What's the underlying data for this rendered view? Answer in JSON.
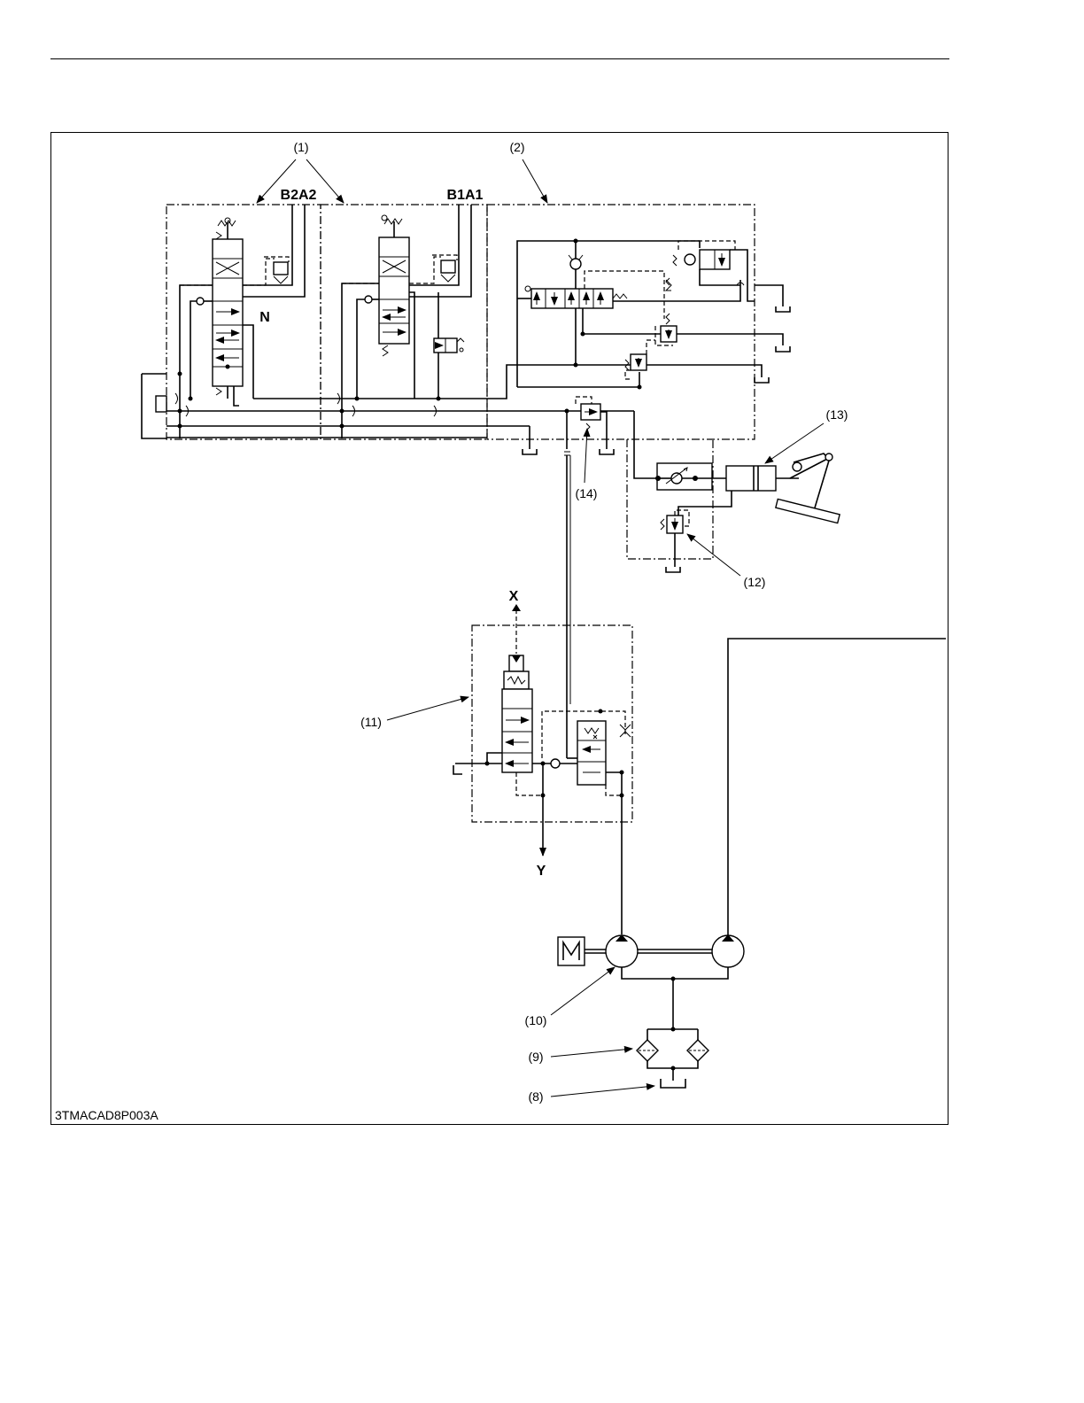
{
  "labels": {
    "control_valve_1": "(1)",
    "control_valve_2": "(2)",
    "tank_8": "(8)",
    "filter_9": "(9)",
    "pump_10": "(10)",
    "valve_11": "(11)",
    "valve_12": "(12)",
    "cylinder_13": "(13)",
    "relief_14": "(14)"
  },
  "ports": {
    "b2a2": "B2A2",
    "b1a1": "B1A1",
    "n": "N",
    "x": "X",
    "y": "Y"
  },
  "drawing_code": "3TMACAD8P003A"
}
